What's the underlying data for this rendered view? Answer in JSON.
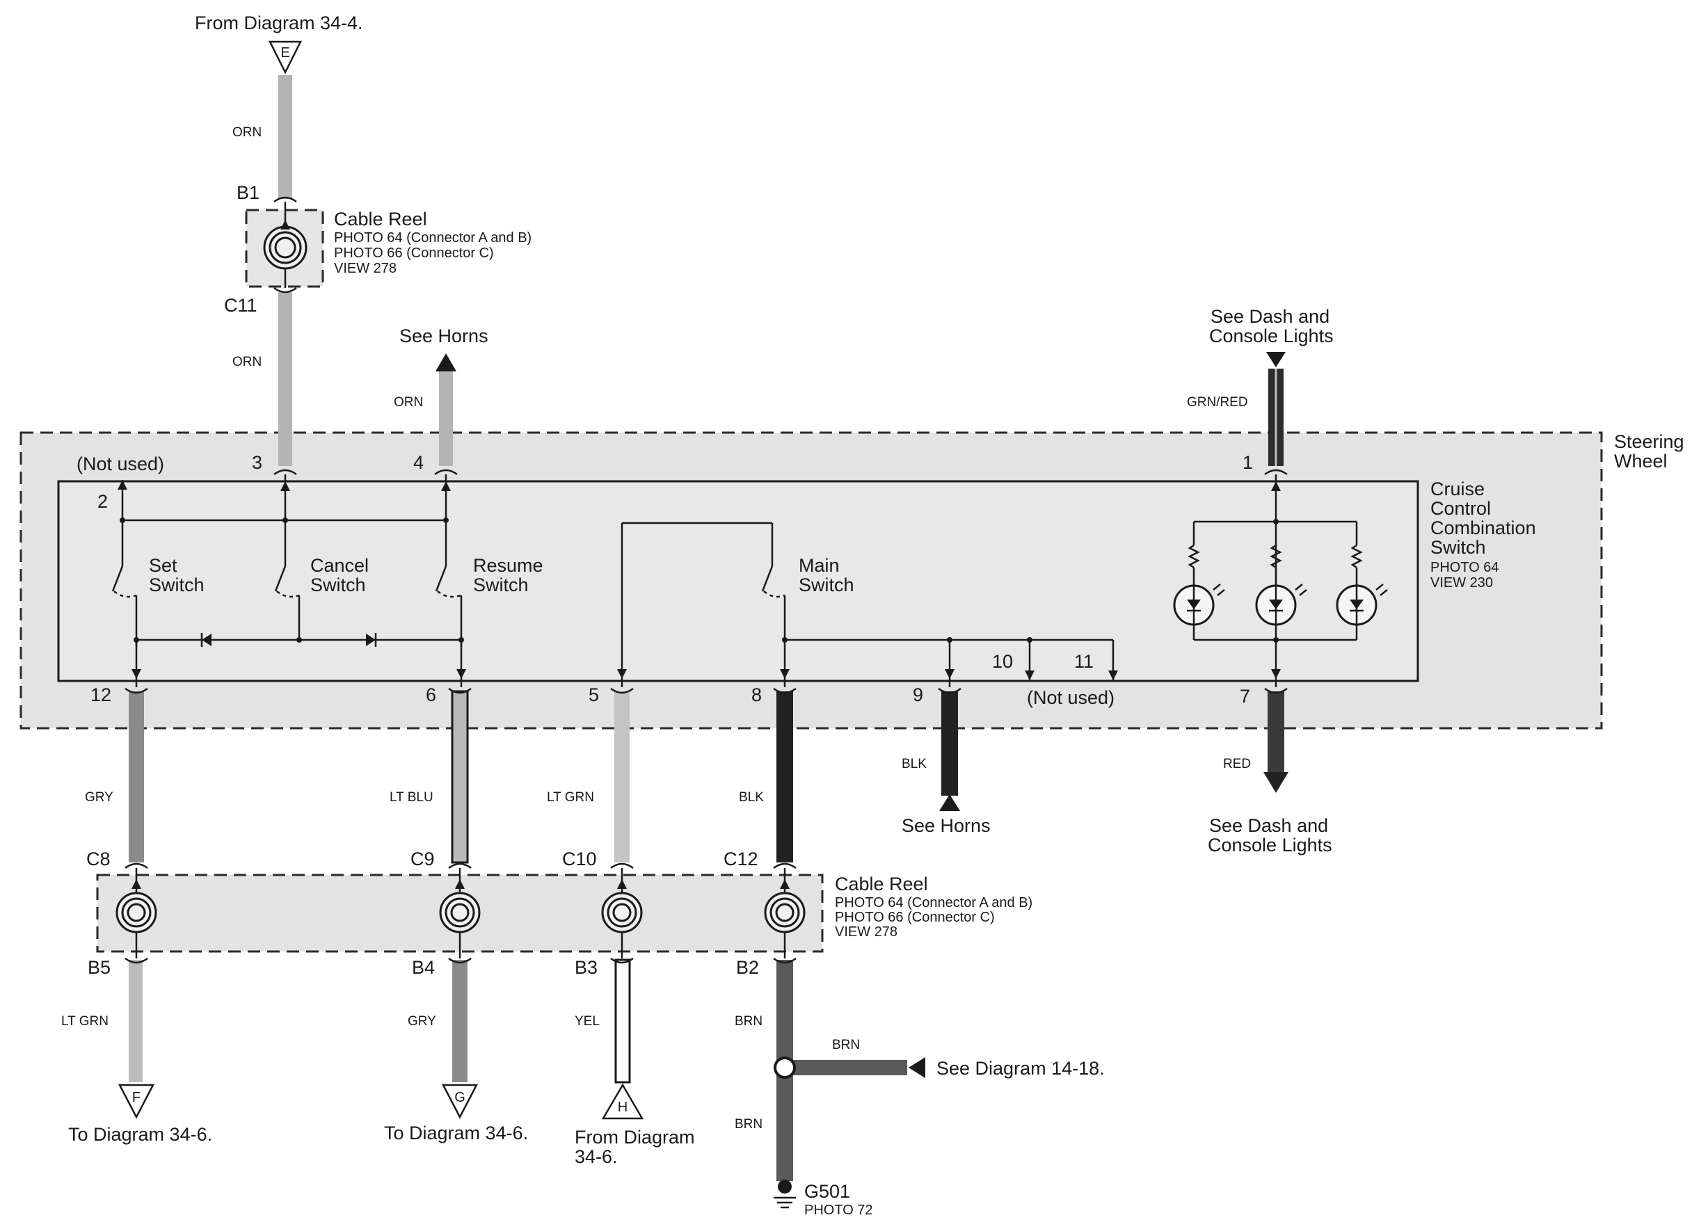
{
  "references": {
    "from_34_4": "From Diagram 34-4.",
    "see_horns_top": "See Horns",
    "see_dash_top_1": "See Dash and",
    "see_dash_top_2": "Console Lights",
    "see_horns_bottom": "See Horns",
    "see_dash_bottom_1": "See Dash and",
    "see_dash_bottom_2": "Console Lights",
    "see_14_18": "See Diagram 14-18.",
    "to_34_6_f": "To Diagram 34-6.",
    "to_34_6_g": "To Diagram 34-6.",
    "from_34_6_h_1": "From Diagram",
    "from_34_6_h_2": "34-6."
  },
  "offpage": {
    "e": "E",
    "f": "F",
    "g": "G",
    "h": "H"
  },
  "cable_reel": {
    "title": "Cable Reel",
    "line1": "PHOTO 64 (Connector A and B)",
    "line2": "PHOTO 66 (Connector C)",
    "line3": "VIEW 278"
  },
  "steering_wheel": {
    "line1": "Steering",
    "line2": "Wheel"
  },
  "cruise_switch": {
    "line1": "Cruise",
    "line2": "Control",
    "line3": "Combination",
    "line4": "Switch",
    "photo": "PHOTO 64",
    "view": "VIEW 230"
  },
  "switches": {
    "set_1": "Set",
    "set_2": "Switch",
    "cancel_1": "Cancel",
    "cancel_2": "Switch",
    "resume_1": "Resume",
    "resume_2": "Switch",
    "main_1": "Main",
    "main_2": "Switch"
  },
  "pins": {
    "p1": "1",
    "p2": "2",
    "p3": "3",
    "p4": "4",
    "p5": "5",
    "p6": "6",
    "p7": "7",
    "p8": "8",
    "p9": "9",
    "p10": "10",
    "p11": "11",
    "p12": "12",
    "not_used_top": "(Not used)",
    "not_used_bottom": "(Not used)"
  },
  "connectors": {
    "b1": "B1",
    "c11": "C11",
    "c8": "C8",
    "c9": "C9",
    "c10": "C10",
    "c12": "C12",
    "b5": "B5",
    "b4": "B4",
    "b3": "B3",
    "b2": "B2"
  },
  "wires": {
    "orn_1": "ORN",
    "orn_2": "ORN",
    "orn_3": "ORN",
    "grn_red": "GRN/RED",
    "gry_1": "GRY",
    "lt_blu": "LT BLU",
    "lt_grn_1": "LT GRN",
    "blk_1": "BLK",
    "blk_2": "BLK",
    "red": "RED",
    "lt_grn_2": "LT GRN",
    "gry_2": "GRY",
    "yel": "YEL",
    "brn_1": "BRN",
    "brn_2": "BRN",
    "brn_3": "BRN"
  },
  "ground": {
    "name": "G501",
    "photo": "PHOTO 72"
  },
  "colors": {
    "orn": "#b4b4b4",
    "gry": "#8a8a8a",
    "lt_blu": "#b9b9b9",
    "lt_grn": "#c4c4c4",
    "blk": "#222222",
    "red": "#3a3a3a",
    "yel": "#ffffff",
    "brn": "#5a5a5a",
    "grn_red": "#2c2c2c",
    "panel": "#e3e3e3"
  }
}
